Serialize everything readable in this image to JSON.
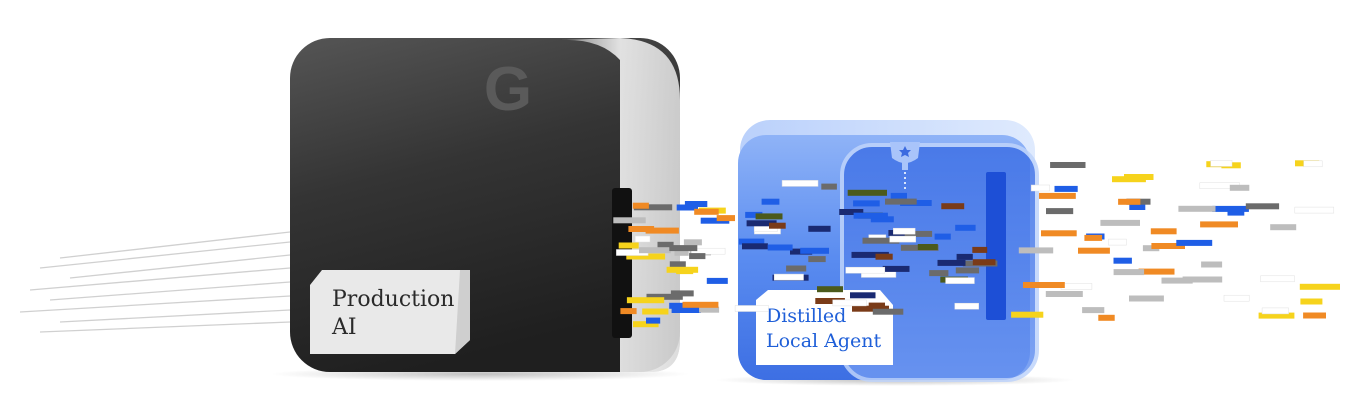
{
  "labels": {
    "production_line1": "Production",
    "production_line2": "AI",
    "distilled_line1": "Distilled",
    "distilled_line2": "Local Agent"
  },
  "logo_letter": "G",
  "icons": {
    "production_logo": "google-g-logo-icon",
    "trophy": "trophy-star-icon"
  },
  "colors": {
    "server_dark": "#2e2e2e",
    "server_light": "#9a9a9a",
    "cube_blue": "#4a7fea",
    "cube_light": "#bcd3fb",
    "label_text_dark": "#2a2a2a",
    "label_text_blue": "#1f5fd8",
    "tile_orange": "#f08a24",
    "tile_yellow": "#f6d31c",
    "tile_blue": "#1f5ee6",
    "tile_navy": "#1a2a72",
    "tile_white": "#ffffff",
    "tile_gray": "#bdbdbd",
    "tile_darkgray": "#6b6b6b",
    "tile_brown": "#7a3b18",
    "tile_olive": "#4b5a1c"
  }
}
